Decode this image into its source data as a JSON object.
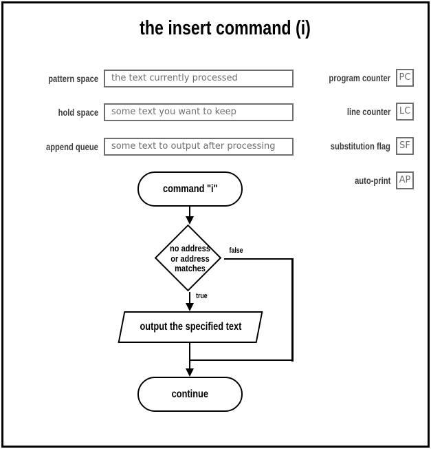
{
  "title": "the insert command (i)",
  "state_panel": {
    "left_rows": [
      {
        "label": "pattern space",
        "value": "the text currently processed"
      },
      {
        "label": "hold space",
        "value": "some text you want to keep"
      },
      {
        "label": "append queue",
        "value": "some text to output after processing"
      }
    ],
    "right_rows": [
      {
        "label": "program counter",
        "value": "PC"
      },
      {
        "label": "line counter",
        "value": "LC"
      },
      {
        "label": "substitution flag",
        "value": "SF"
      },
      {
        "label": "auto-print",
        "value": "AP"
      }
    ]
  },
  "flowchart": {
    "start": "command \"i\"",
    "decision": {
      "line1": "no address",
      "line2": "or address",
      "line3": "matches"
    },
    "branch_false": "false",
    "branch_true": "true",
    "process": "output the specified text",
    "end": "continue"
  },
  "colors": {
    "diagram_black": "#000000",
    "box_border_gray": "#6e6e6e",
    "box_text_gray": "#6e6e6e",
    "label_gray": "#3d3d3d"
  }
}
